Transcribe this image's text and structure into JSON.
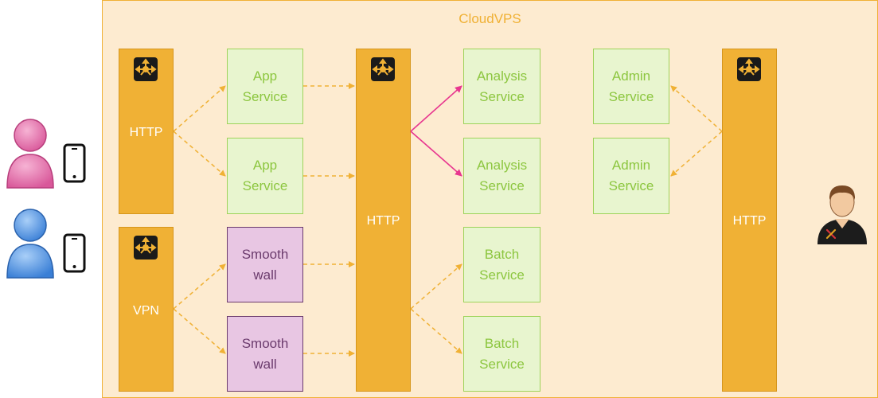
{
  "diagram": {
    "container_title": "CloudVPS",
    "colors": {
      "container_fill": "#fdebd0",
      "gateway": "#f0b135",
      "service_green": "#8cc63f",
      "smoothwall": "#6b3b6d",
      "arrow_dashed": "#f0b135",
      "arrow_solid": "#e8368f"
    },
    "gateways": [
      {
        "label": "HTTP",
        "icon": "gateway-icon"
      },
      {
        "label": "VPN",
        "icon": "gateway-icon"
      },
      {
        "label": "HTTP",
        "icon": "gateway-icon"
      },
      {
        "label": "HTTP",
        "icon": "gateway-icon"
      }
    ],
    "services": {
      "app_1": "App\nService",
      "app_2": "App\nService",
      "smooth_1": "Smooth\nwall",
      "smooth_2": "Smooth\nwall",
      "analysis_1": "Analysis\nService",
      "analysis_2": "Analysis\nService",
      "batch_1": "Batch\nService",
      "batch_2": "Batch\nService",
      "admin_1": "Admin\nService",
      "admin_2": "Admin\nService"
    },
    "actors": [
      {
        "name": "pink-user-icon",
        "color": "#e36fa6"
      },
      {
        "name": "blue-user-icon",
        "color": "#4a8fe0"
      },
      {
        "name": "admin-user-icon"
      }
    ]
  }
}
